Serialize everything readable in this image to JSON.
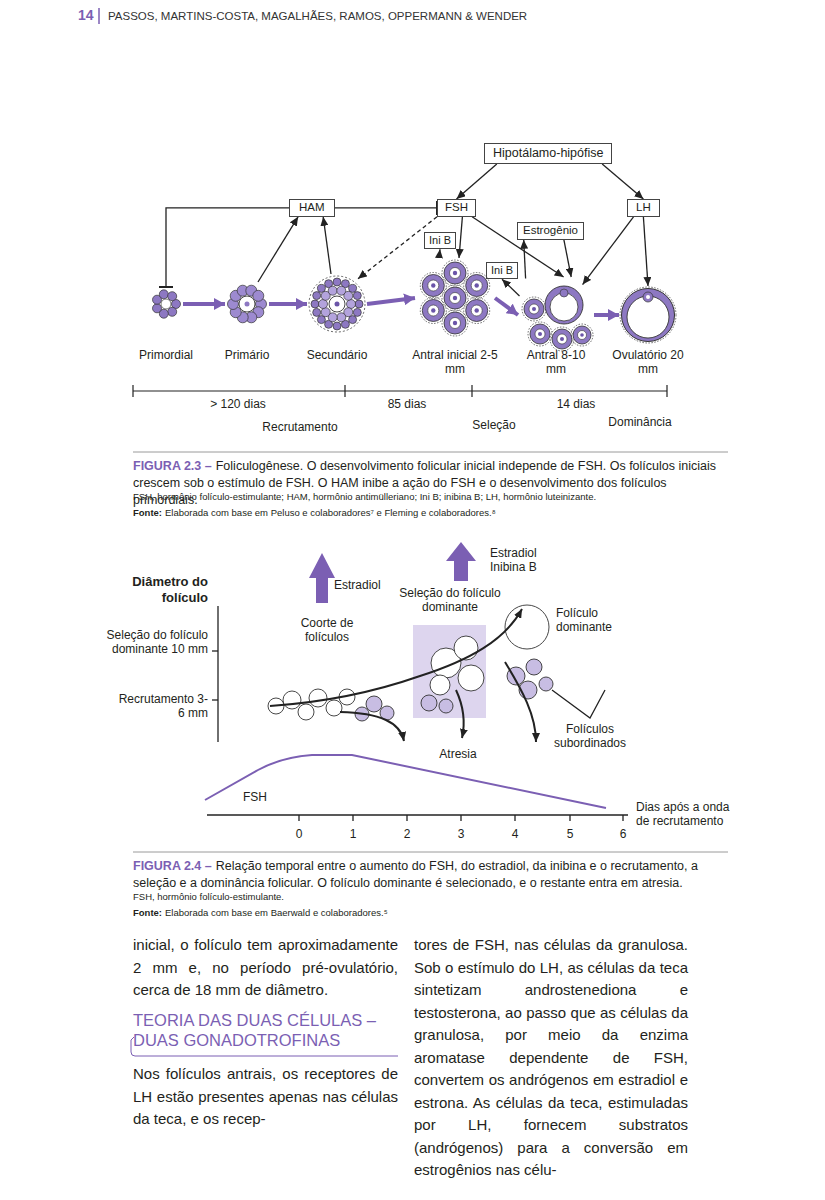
{
  "diagram": {
    "caption": "Foliculogênese. O desenvolvimento folicular inicial independe de FSH. Os folículos iniciais crescem sob o estímulo de FSH. O HAM inibe a ação do FSH e o desenvolvimento dos folículos primordiais.",
    "nodes": [
      {
        "text": [
          "Hipotálamo-hipófise"
        ]
      },
      {
        "text": [
          "HAM"
        ]
      },
      {
        "text": [
          "FSH"
        ]
      },
      {
        "text": [
          "LH"
        ]
      },
      {
        "text": [
          "Estrogênio"
        ]
      },
      {
        "text": [
          "Ini B"
        ]
      },
      {
        "text": [
          "Ini B"
        ]
      },
      {
        "text": [
          "Primordial"
        ]
      },
      {
        "text": [
          "Primário"
        ]
      },
      {
        "text": [
          "Secundário"
        ]
      },
      {
        "text": [
          "Antral inicial 2-5 mm"
        ]
      },
      {
        "text": [
          "Antral 8-10 mm"
        ]
      },
      {
        "text": [
          "Ovulatório 20 mm"
        ]
      }
    ],
    "edges": [
      {
        "from": 0,
        "to": 2,
        "arrow": "to"
      },
      {
        "from": 0,
        "to": 3,
        "arrow": "to"
      },
      {
        "from": 1,
        "to": 7,
        "arrow": "to"
      },
      {
        "from": 8,
        "to": 1,
        "arrow": "to"
      },
      {
        "from": 9,
        "to": 1,
        "arrow": "to"
      },
      {
        "from": 1,
        "to": 2,
        "arrow": "to"
      },
      {
        "from": 2,
        "to": 9,
        "arrow": "to"
      },
      {
        "from": 2,
        "to": 10,
        "arrow": "to"
      },
      {
        "from": 2,
        "to": 11,
        "arrow": "to"
      },
      {
        "from": 3,
        "to": 11,
        "arrow": "to"
      },
      {
        "from": 3,
        "to": 12,
        "arrow": "to"
      },
      {
        "from": 4,
        "to": 11,
        "arrow": "to"
      },
      {
        "from": 11,
        "to": 4,
        "arrow": "to"
      },
      {
        "from": 10,
        "to": 5,
        "arrow": "to"
      },
      {
        "from": 11,
        "to": 6,
        "arrow": "to"
      },
      {
        "from": 7,
        "to": 8,
        "arrow": "to"
      },
      {
        "from": 8,
        "to": 9,
        "arrow": "to"
      },
      {
        "from": 9,
        "to": 10,
        "arrow": "to"
      },
      {
        "from": 10,
        "to": 11,
        "arrow": "to"
      },
      {
        "from": 11,
        "to": 12,
        "arrow": "to"
      }
    ],
    "labels": [
      "14",
      "PASSOS, MARTINS-COSTA, MAGALHÃES, RAMOS, OPPERMANN & WENDER",
      "> 120 dias",
      "85 dias",
      "14 dias",
      "Recrutamento",
      "Seleção",
      "Dominância",
      "FIGURA 2.3 –",
      "FSH, hormônio folículo-estimulante; HAM, hormônio antimülleriano; Ini B; inibina B; LH, hormônio luteinizante.",
      "Fonte:",
      "Elaborada com base em Peluso e colaboradores⁷ e Fleming e colaboradores.⁸",
      "Diâmetro do folículo",
      "Seleção do folículo dominante 10 mm",
      "Recrutamento 3-6 mm",
      "Estradiol",
      "Coorte de folículos",
      "Seleção do folículo dominante",
      "Estradiol Inibina B",
      "Folículo dominante",
      "Atresia",
      "Folículos subordinados",
      "FSH",
      "Dias após a onda de recrutamento",
      "0",
      "1",
      "2",
      "3",
      "4",
      "5",
      "6",
      "FIGURA 2.4 –",
      "Relação temporal entre o aumento do FSH, do estradiol, da inibina e o recrutamento, a seleção e a dominância folicular. O folículo dominante é selecionado, e o restante entra em atresia.",
      "FSH, hormônio folículo-estimulante.",
      "Fonte:",
      "Elaborada com base em Baerwald e colaboradores.⁵",
      "inicial, o folículo tem aproximadamente 2 mm e, no período pré-ovulatório, cerca de 18 mm de diâmetro.",
      "TEORIA DAS DUAS CÉLULAS – DUAS GONADOTROFINAS",
      "Nos folículos antrais, os receptores de LH estão presentes apenas nas células da teca, e os recep-",
      "tores de FSH, nas células da granulosa. Sob o estímulo do LH, as células da teca sintetizam androstenediona e testosterona, ao passo que as células da granulosa, por meio da enzima aromatase dependente de FSH, convertem os andrógenos em estradiol e estrona. As células da teca, estimuladas por LH, fornecem substratos (andrógenos) para a conversão em estrogênios nas célu-"
    ]
  }
}
